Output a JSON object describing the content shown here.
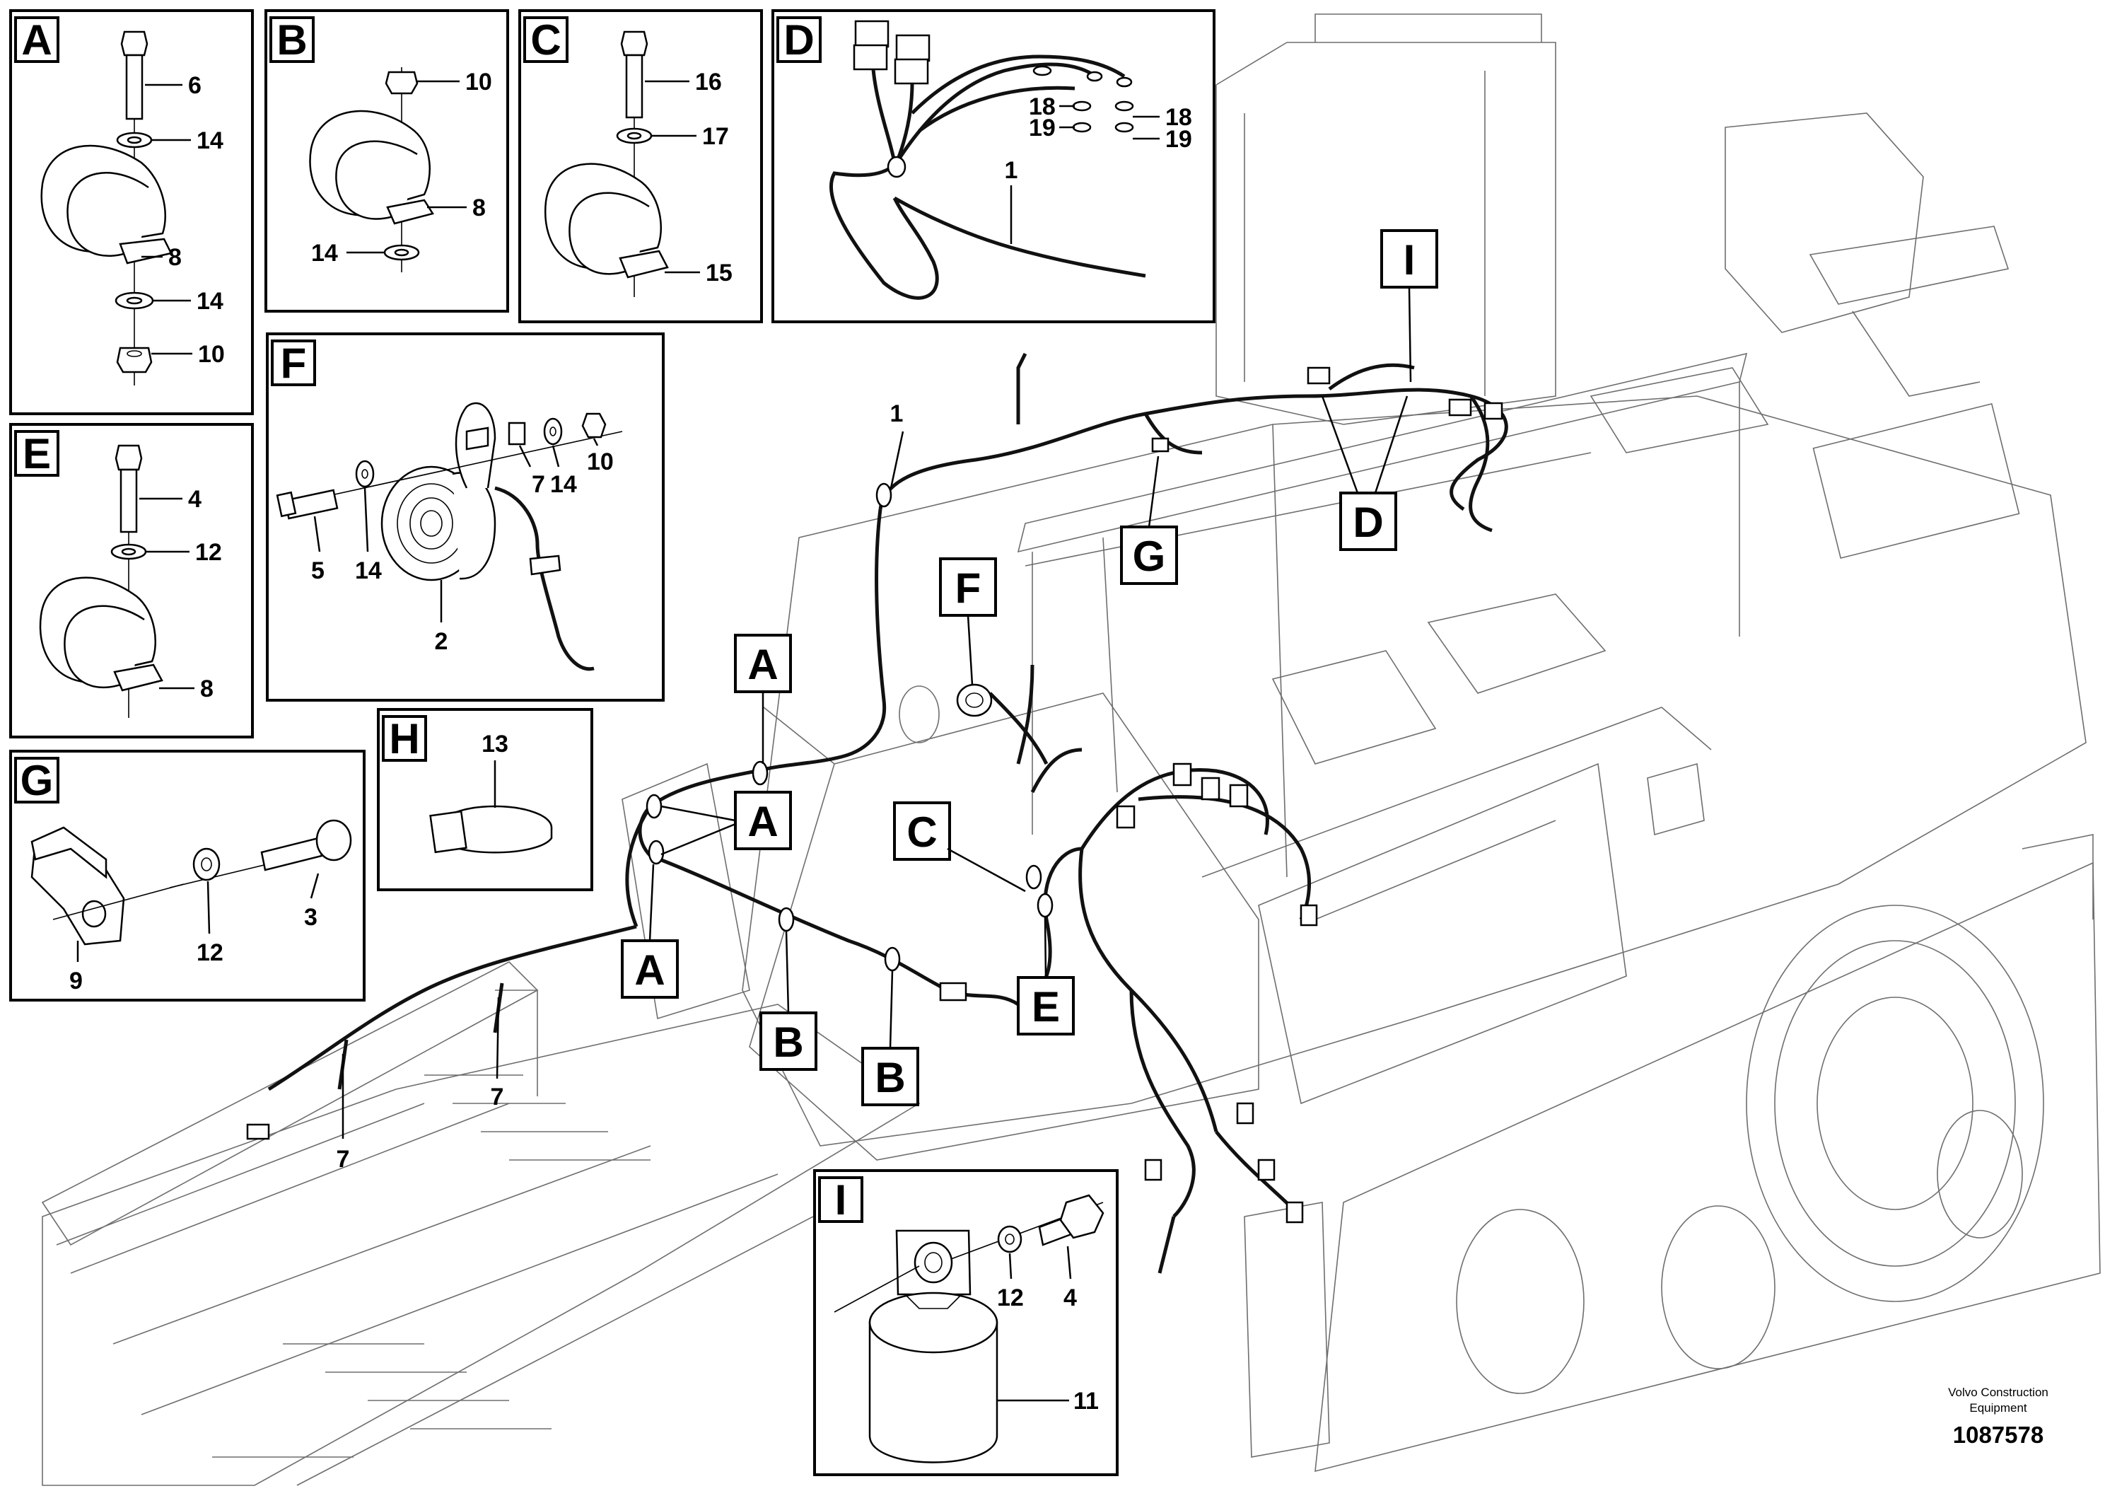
{
  "callouts": {
    "A": "A",
    "B": "B",
    "C": "C",
    "D": "D",
    "E": "E",
    "F": "F",
    "G": "G",
    "H": "H",
    "I": "I"
  },
  "detail_A": {
    "n6": "6",
    "n14a": "14",
    "n8": "8",
    "n14b": "14",
    "n10": "10"
  },
  "detail_B": {
    "n10": "10",
    "n8": "8",
    "n14": "14"
  },
  "detail_C": {
    "n16": "16",
    "n17": "17",
    "n15": "15"
  },
  "detail_D": {
    "n18a": "18",
    "n19a": "19",
    "n18b": "18",
    "n19b": "19",
    "n1": "1"
  },
  "detail_E": {
    "n4": "4",
    "n12": "12",
    "n8": "8"
  },
  "detail_F": {
    "n7": "7",
    "n14a": "14",
    "n10": "10",
    "n5": "5",
    "n14b": "14",
    "n2": "2"
  },
  "detail_G": {
    "n3": "3",
    "n12": "12",
    "n9": "9"
  },
  "detail_H": {
    "n13": "13"
  },
  "detail_I": {
    "n12": "12",
    "n4": "4",
    "n11": "11"
  },
  "main": {
    "n1": "1",
    "n7a": "7",
    "n7b": "7"
  },
  "footer": {
    "brand_line1": "Volvo Construction",
    "brand_line2": "Equipment",
    "doc_number": "1087578"
  }
}
